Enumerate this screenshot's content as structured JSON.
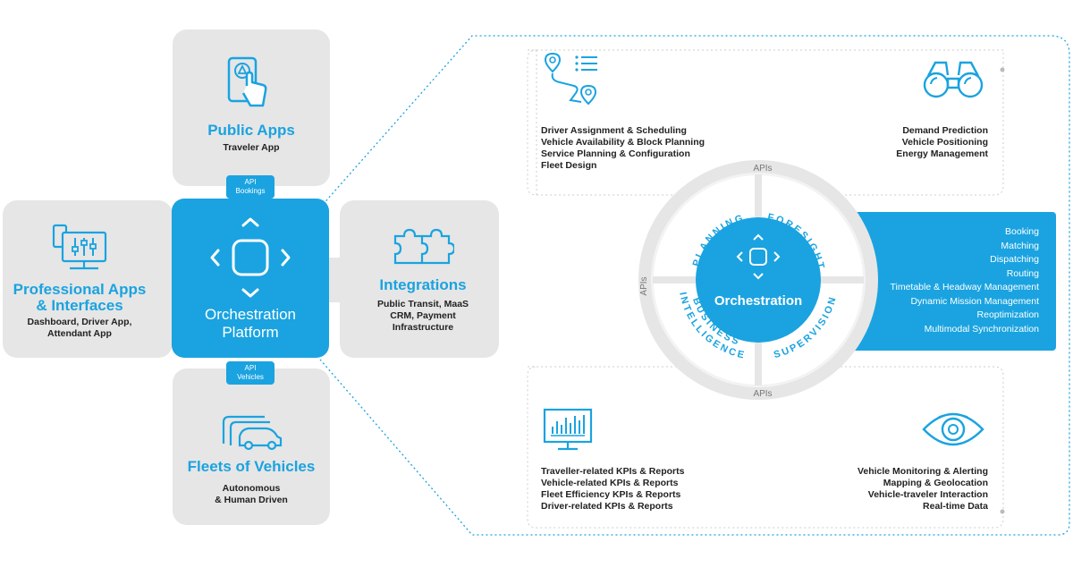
{
  "public_apps": {
    "title": "Public Apps",
    "subtitle": "Traveler App"
  },
  "professional_apps": {
    "title_line1": "Professional Apps",
    "title_line2": "& Interfaces",
    "sub_line1": "Dashboard, Driver App,",
    "sub_line2": "Attendant App"
  },
  "orchestration_platform": {
    "line1": "Orchestration",
    "line2": "Platform"
  },
  "integrations": {
    "title": "Integrations",
    "sub_line1": "Public Transit, MaaS",
    "sub_line2": "CRM, Payment",
    "sub_line3": "Infrastructure"
  },
  "fleets": {
    "title": "Fleets of Vehicles",
    "sub_line1": "Autonomous",
    "sub_line2": "& Human Driven"
  },
  "api_bookings": {
    "line1": "API",
    "line2": "Bookings"
  },
  "api_vehicles": {
    "line1": "API",
    "line2": "Vehicles"
  },
  "planning_panel": [
    "Driver Assignment & Scheduling",
    "Vehicle Availability & Block Planning",
    "Service Planning & Configuration",
    "Fleet Design"
  ],
  "foresight_panel": [
    "Demand Prediction",
    "Vehicle Positioning",
    "Energy Management"
  ],
  "bi_panel": [
    "Traveller-related KPIs & Reports",
    "Vehicle-related KPIs & Reports",
    "Fleet Efficiency KPIs & Reports",
    "Driver-related KPIs & Reports"
  ],
  "supervision_panel": [
    "Vehicle Monitoring & Alerting",
    "Mapping & Geolocation",
    "Vehicle-traveler Interaction",
    "Real-time Data"
  ],
  "blue_panel": [
    "Booking",
    "Matching",
    "Dispatching",
    "Routing",
    "Timetable & Headway Management",
    "Dynamic Mission Management",
    "Reoptimization",
    "Multimodal Synchronization"
  ],
  "ring": {
    "center": "Orchestration",
    "planning": "PLANNING",
    "foresight": "FORESIGHT",
    "business": "BUSINESS",
    "intelligence": "INTELLIGENCE",
    "supervision": "SUPERVISION",
    "apis": "APIs"
  },
  "colors": {
    "accent": "#1aa3e0",
    "box_gray": "#e6e6e6",
    "ring_gray": "#dddddd"
  }
}
